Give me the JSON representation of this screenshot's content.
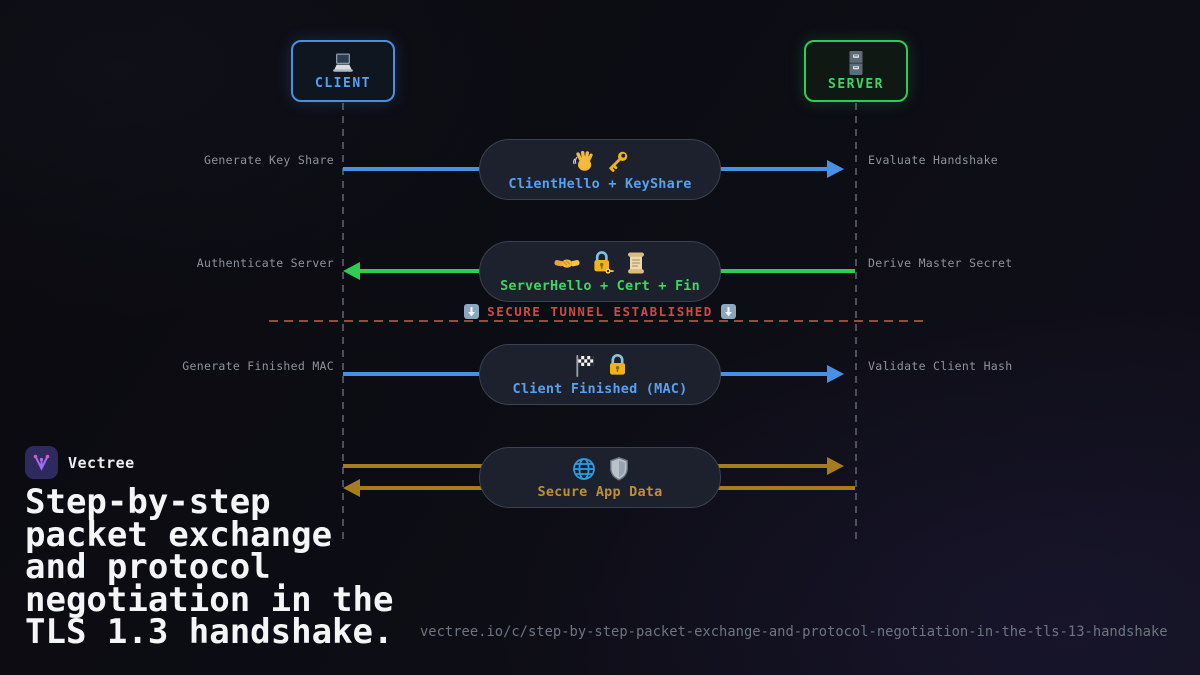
{
  "brand": {
    "name": "Vectree",
    "logo_icon": "vectree-logo"
  },
  "headline": "Step-by-step packet exchange and protocol negotiation in the TLS 1.3 handshake.",
  "footer_url": "vectree.io/c/step-by-step-packet-exchange-and-protocol-negotiation-in-the-tls-13-handshake",
  "actors": {
    "client": {
      "label": "CLIENT",
      "icon": "laptop-icon",
      "accent": "#4a90e2"
    },
    "server": {
      "label": "SERVER",
      "icon": "server-cabinet-icon",
      "accent": "#2ecc55"
    }
  },
  "messages": [
    {
      "label": "ClientHello + KeyShare",
      "icons": [
        "waving-hand-icon",
        "key-icon"
      ],
      "direction": "client-to-server",
      "color": "#4a90e2",
      "left_note": "Generate Key Share",
      "right_note": "Evaluate Handshake"
    },
    {
      "label": "ServerHello + Cert + Fin",
      "icons": [
        "handshake-icon",
        "locked-with-key-icon",
        "scroll-icon"
      ],
      "direction": "server-to-client",
      "color": "#2ecc55",
      "left_note": "Authenticate Server",
      "right_note": "Derive Master Secret"
    },
    {
      "label": "Client Finished (MAC)",
      "icons": [
        "checkered-flag-icon",
        "lock-icon"
      ],
      "direction": "client-to-server",
      "color": "#4a90e2",
      "left_note": "Generate Finished MAC",
      "right_note": "Validate Client Hash"
    },
    {
      "label": "Secure App Data",
      "icons": [
        "globe-icon",
        "shield-icon"
      ],
      "direction": "bidirectional",
      "color": "#a67c1e",
      "left_note": "",
      "right_note": ""
    }
  ],
  "divider": {
    "label": "SECURE TUNNEL ESTABLISHED",
    "icon": "down-arrow-icon",
    "color": "#cd4a45"
  }
}
